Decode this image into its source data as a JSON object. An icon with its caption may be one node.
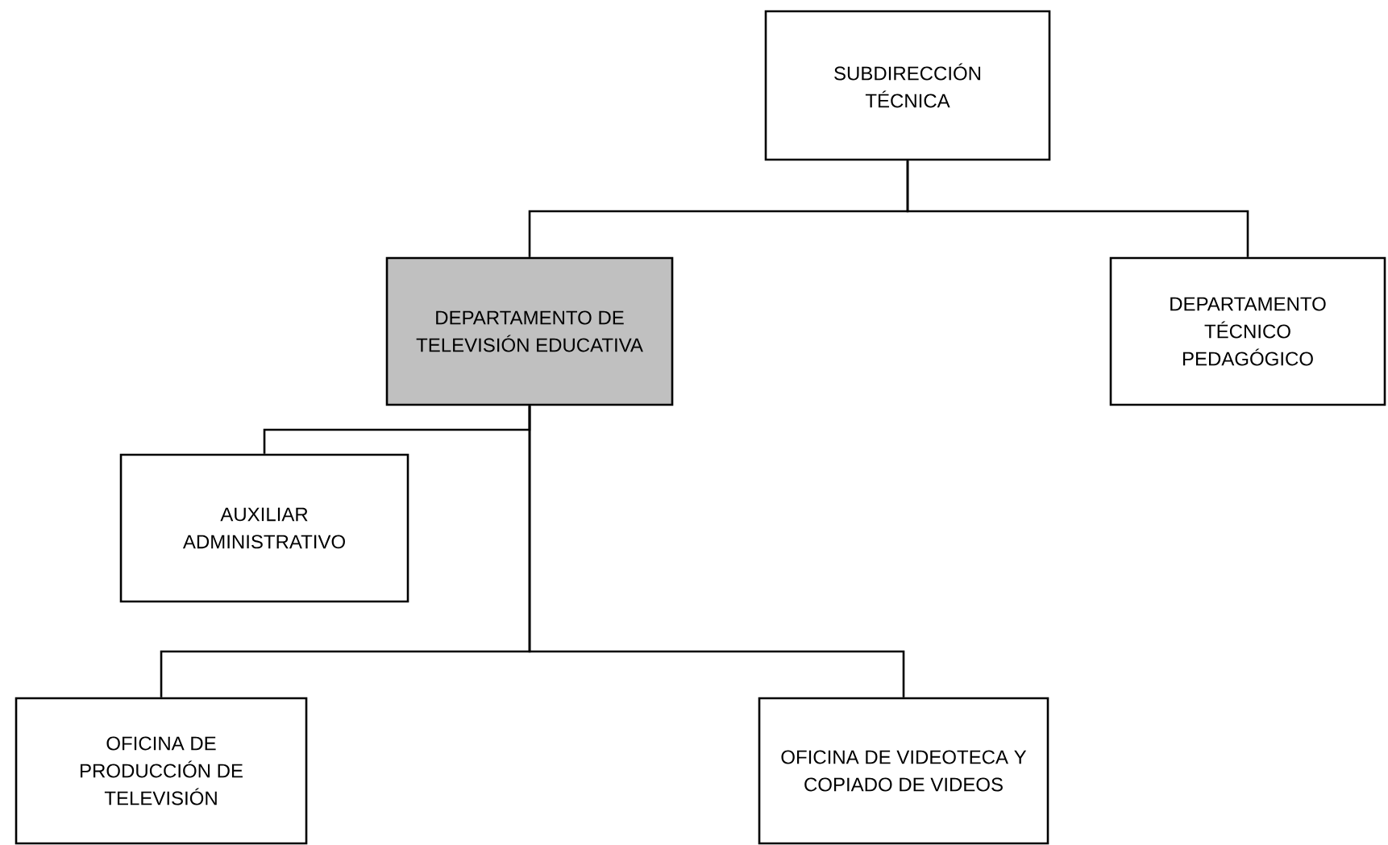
{
  "diagram": {
    "nodes": [
      {
        "text": [
          "SUBDIRECCIÓN TÉCNICA"
        ]
      },
      {
        "text": [
          "DEPARTAMENTO DE TELEVISIÓN EDUCATIVA"
        ]
      },
      {
        "text": [
          "DEPARTAMENTO TÉCNICO PEDAGÓGICO"
        ]
      },
      {
        "text": [
          "AUXILIAR ADMINISTRATIVO"
        ]
      },
      {
        "text": [
          "OFICINA DE PRODUCCIÓN DE TELEVISIÓN"
        ]
      },
      {
        "text": [
          "OFICINA DE VIDEOTECA Y COPIADO DE VIDEOS"
        ]
      }
    ],
    "edges": [
      {
        "from": 0,
        "to": 1,
        "arrow": "none"
      },
      {
        "from": 0,
        "to": 2,
        "arrow": "none"
      },
      {
        "from": 1,
        "to": 3,
        "arrow": "none"
      },
      {
        "from": 1,
        "to": 4,
        "arrow": "none"
      },
      {
        "from": 1,
        "to": 5,
        "arrow": "none"
      }
    ]
  }
}
